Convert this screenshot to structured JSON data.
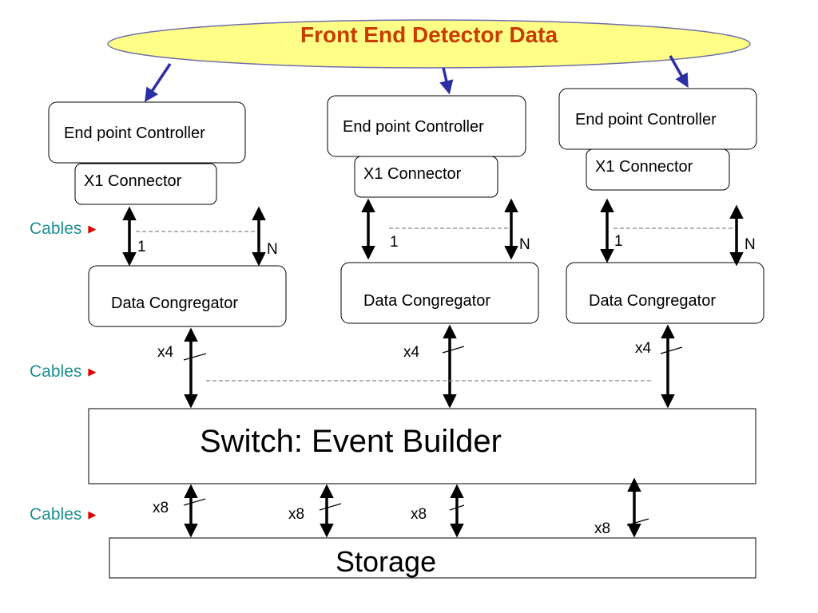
{
  "title": "Front End Detector Data",
  "colors": {
    "ellipse_fill": "#ffff88",
    "title_text": "#c83c00",
    "feed_arrow": "#2b2fa3",
    "cables_text": "#1f8f8f",
    "cables_marker": "#e00000"
  },
  "cables_label": "Cables",
  "columns": [
    {
      "controller": "End point Controller",
      "connector": "X1 Connector",
      "congregator": "Data Congregator",
      "link_first": "1",
      "link_last": "N",
      "uplink": "x4"
    },
    {
      "controller": "End point Controller",
      "connector": "X1 Connector",
      "congregator": "Data Congregator",
      "link_first": "1",
      "link_last": "N",
      "uplink": "x4"
    },
    {
      "controller": "End point Controller",
      "connector": "X1 Connector",
      "congregator": "Data Congregator",
      "link_first": "1",
      "link_last": "N",
      "uplink": "x4"
    }
  ],
  "switch_label": "Switch: Event Builder",
  "storage_links": [
    "x8",
    "x8",
    "x8",
    "x8"
  ],
  "storage_label": "Storage"
}
